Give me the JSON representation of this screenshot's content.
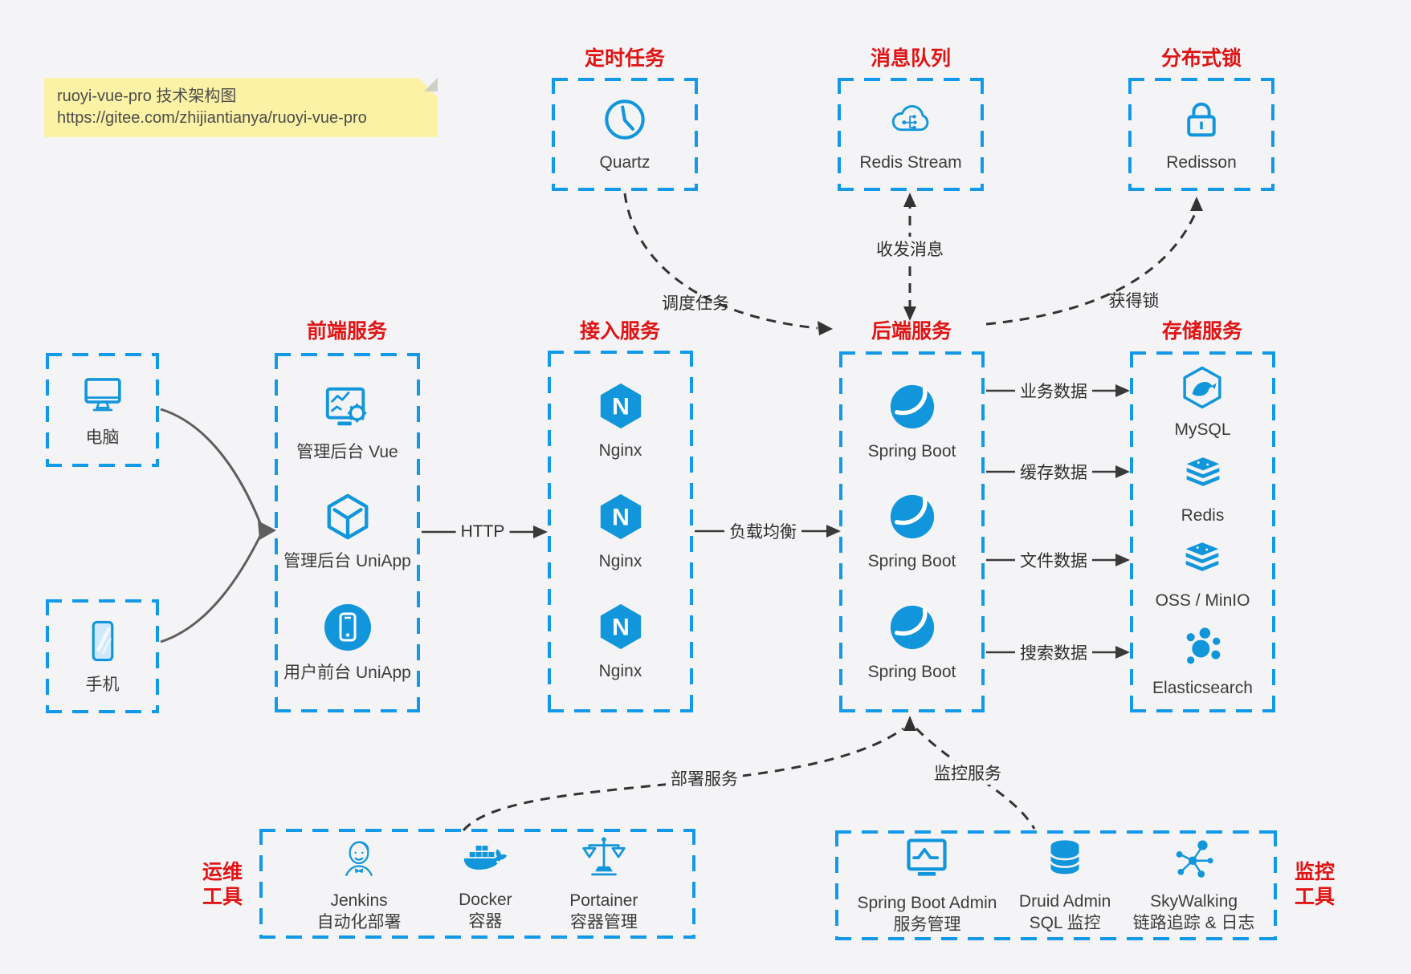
{
  "colors": {
    "accent_blue": "#1296db",
    "dashed_border_blue": "#1399ea",
    "title_red": "#e01414",
    "arrow_dark": "#333333",
    "client_arrow_gray": "#5e5e5e",
    "note_bg": "#fbf2a5",
    "page_bg": "#f4f4f6"
  },
  "note": {
    "line1": "ruoyi-vue-pro 技术架构图",
    "line2": "https://gitee.com/zhijiantianya/ruoyi-vue-pro"
  },
  "top_groups": [
    {
      "title": "定时任务",
      "item": {
        "icon": "clock-icon",
        "label": "Quartz"
      }
    },
    {
      "title": "消息队列",
      "item": {
        "icon": "message-queue-cloud-icon",
        "label": "Redis Stream"
      }
    },
    {
      "title": "分布式锁",
      "item": {
        "icon": "lock-icon",
        "label": "Redisson"
      }
    }
  ],
  "clients": [
    {
      "icon": "desktop-icon",
      "label": "电脑"
    },
    {
      "icon": "smartphone-icon",
      "label": "手机"
    }
  ],
  "columns": [
    {
      "title": "前端服务",
      "items": [
        {
          "icon": "admin-vue-icon",
          "label": "管理后台 Vue"
        },
        {
          "icon": "uniapp-cube-icon",
          "label": "管理后台 UniApp"
        },
        {
          "icon": "mobile-app-circle-icon",
          "label": "用户前台 UniApp"
        }
      ]
    },
    {
      "title": "接入服务",
      "items": [
        {
          "icon": "nginx-icon",
          "label": "Nginx"
        },
        {
          "icon": "nginx-icon",
          "label": "Nginx"
        },
        {
          "icon": "nginx-icon",
          "label": "Nginx"
        }
      ]
    },
    {
      "title": "后端服务",
      "items": [
        {
          "icon": "spring-boot-icon",
          "label": "Spring Boot"
        },
        {
          "icon": "spring-boot-icon",
          "label": "Spring Boot"
        },
        {
          "icon": "spring-boot-icon",
          "label": "Spring Boot"
        }
      ]
    },
    {
      "title": "存储服务",
      "items": [
        {
          "icon": "mysql-icon",
          "label": "MySQL"
        },
        {
          "icon": "redis-icon",
          "label": "Redis"
        },
        {
          "icon": "oss-minio-icon",
          "label": "OSS / MinIO"
        },
        {
          "icon": "elasticsearch-icon",
          "label": "Elasticsearch"
        }
      ]
    }
  ],
  "bottom_groups": [
    {
      "side_label_line1": "运维",
      "side_label_line2": "工具",
      "items": [
        {
          "icon": "jenkins-icon",
          "label": "Jenkins",
          "sublabel": "自动化部署"
        },
        {
          "icon": "docker-icon",
          "label": "Docker",
          "sublabel": "容器"
        },
        {
          "icon": "portainer-icon",
          "label": "Portainer",
          "sublabel": "容器管理"
        }
      ]
    },
    {
      "side_label_line1": "监控",
      "side_label_line2": "工具",
      "items": [
        {
          "icon": "spring-boot-admin-icon",
          "label": "Spring Boot Admin",
          "sublabel": "服务管理"
        },
        {
          "icon": "druid-icon",
          "label": "Druid Admin",
          "sublabel": "SQL 监控"
        },
        {
          "icon": "skywalking-icon",
          "label": "SkyWalking",
          "sublabel": "链路追踪 & 日志"
        }
      ]
    }
  ],
  "edge_labels": {
    "http": "HTTP",
    "load_balance": "负载均衡",
    "schedule": "调度任务",
    "message": "收发消息",
    "lock": "获得锁",
    "business": "业务数据",
    "cache": "缓存数据",
    "file": "文件数据",
    "search": "搜索数据",
    "deploy": "部署服务",
    "monitor": "监控服务"
  }
}
